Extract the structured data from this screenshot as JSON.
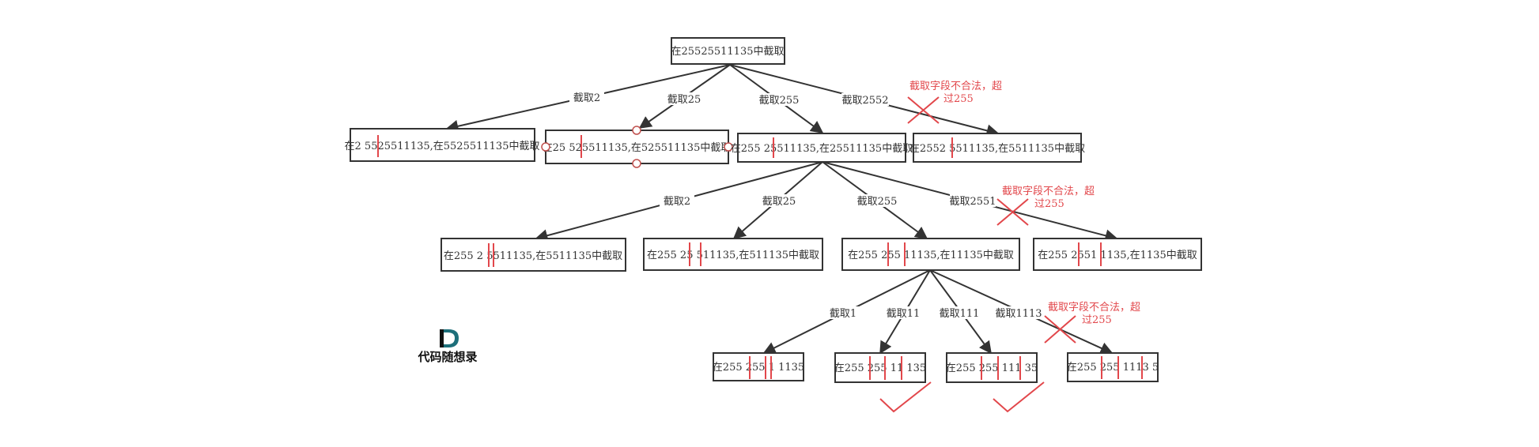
{
  "colors": {
    "line": "#333333",
    "accent": "#e2474b"
  },
  "logo": {
    "glyph": "D",
    "text": "代码随想录"
  },
  "nodes": {
    "root": "在25525511135中截取",
    "l1_a": "在2 5525511135,在5525511135中截取",
    "l1_b": "在25 525511135,在525511135中截取",
    "l1_c": "在255 25511135,在25511135中截取",
    "l1_d": "在2552 5511135,在5511135中截取",
    "l2_a": "在255 2 5511135,在5511135中截取",
    "l2_b": "在255 25 511135,在511135中截取",
    "l2_c": "在255 255 11135,在11135中截取",
    "l2_d": "在255 2551 1135,在1135中截取",
    "l3_a": "在255 255 1 1135",
    "l3_b": "在255 255 11 135",
    "l3_c": "在255 255 111 35",
    "l3_d": "在255 255 1113 5"
  },
  "edges": {
    "e1": "截取2",
    "e2": "截取25",
    "e3": "截取255",
    "e4": "截取2552",
    "e5": "截取2",
    "e6": "截取25",
    "e7": "截取255",
    "e8": "截取2551",
    "e9": "截取1",
    "e10": "截取11",
    "e11": "截取111",
    "e12": "截取1113"
  },
  "notes": {
    "n1_line1": "截取字段不合法，超",
    "n1_line2": "过255",
    "n2_line1": "截取字段不合法，超",
    "n2_line2": "过255",
    "n3_line1": "截取字段不合法，超",
    "n3_line2": "过255"
  }
}
